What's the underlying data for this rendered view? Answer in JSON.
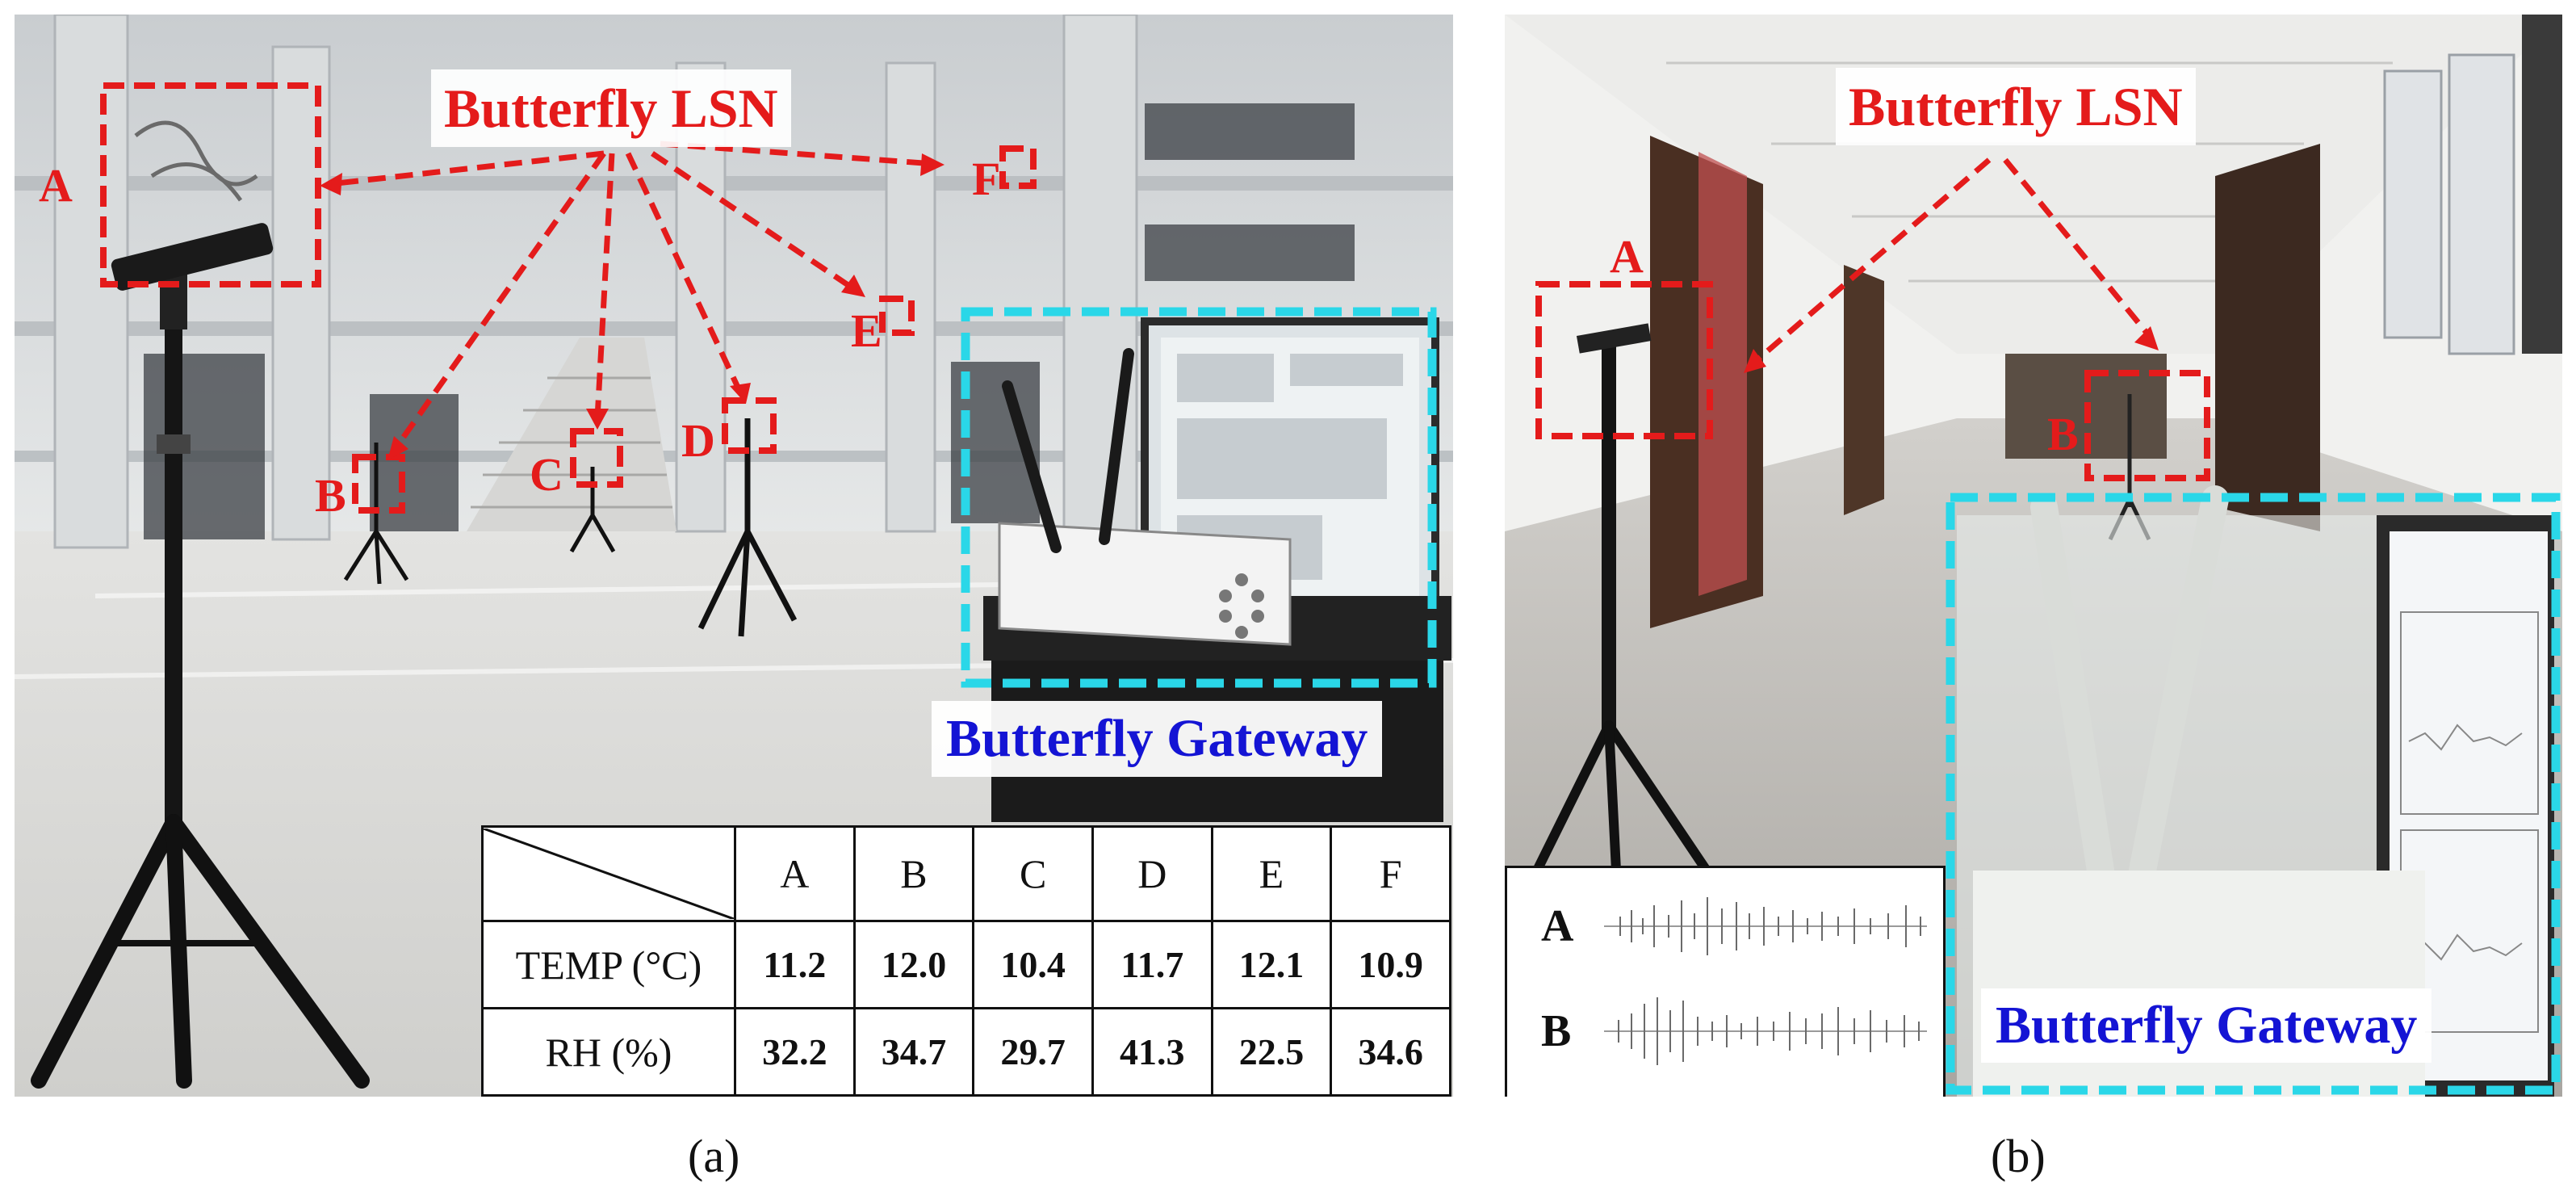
{
  "panel_a": {
    "lsn_label": "Butterfly LSN",
    "gateway_label": "Butterfly Gateway",
    "nodes": [
      "A",
      "B",
      "C",
      "D",
      "E",
      "F"
    ],
    "caption": "(a)",
    "table": {
      "columns": [
        "A",
        "B",
        "C",
        "D",
        "E",
        "F"
      ],
      "rows": [
        {
          "label": "TEMP (°C)",
          "values": [
            "11.2",
            "12.0",
            "10.4",
            "11.7",
            "12.1",
            "10.9"
          ]
        },
        {
          "label": "RH (%)",
          "values": [
            "32.2",
            "34.7",
            "29.7",
            "41.3",
            "22.5",
            "34.6"
          ]
        }
      ]
    }
  },
  "panel_b": {
    "lsn_label": "Butterfly LSN",
    "gateway_label": "Butterfly Gateway",
    "nodes": [
      "A",
      "B"
    ],
    "caption": "(b)",
    "waveforms": [
      "A",
      "B"
    ]
  },
  "colors": {
    "annotation_red": "#e41b1b",
    "gateway_cyan": "#2ad7e8",
    "gateway_text_blue": "#1414d4"
  }
}
